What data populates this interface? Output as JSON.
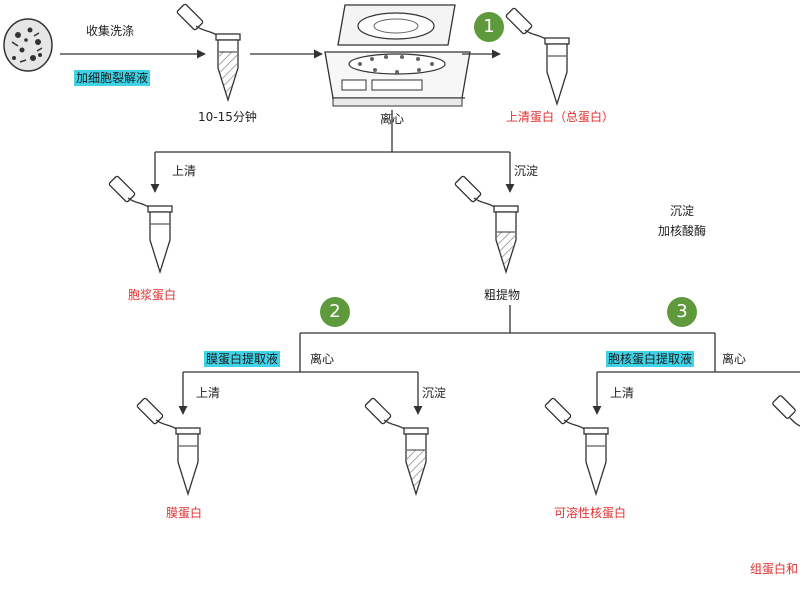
{
  "labels": {
    "collect_wash": "收集洗涤",
    "add_lysis": "加细胞裂解液",
    "duration": "10-15分钟",
    "centrifuge": "离心",
    "supernatant_total": "上清蛋白（总蛋白）",
    "supernatant": "上清",
    "precipitate": "沉淀",
    "cytoplasm_protein": "胞浆蛋白",
    "crude_extract": "粗提物",
    "precipitate_note": "沉淀",
    "add_nuclease": "加核酸酶",
    "membrane_extract_reagent": "膜蛋白提取液",
    "nuclear_extract_reagent": "胞核蛋白提取液",
    "centrifuge_2": "离心",
    "centrifuge_3": "离心",
    "supernatant_2": "上清",
    "precipitate_2": "沉淀",
    "supernatant_3": "上清",
    "membrane_protein": "膜蛋白",
    "soluble_nuclear_protein": "可溶性核蛋白",
    "partial_label": "组蛋白和"
  },
  "badges": {
    "one": "1",
    "two": "2",
    "three": "3"
  },
  "colors": {
    "badge": "#5e9a3c",
    "highlight": "#3fd3e8",
    "result_text": "#e03030"
  }
}
